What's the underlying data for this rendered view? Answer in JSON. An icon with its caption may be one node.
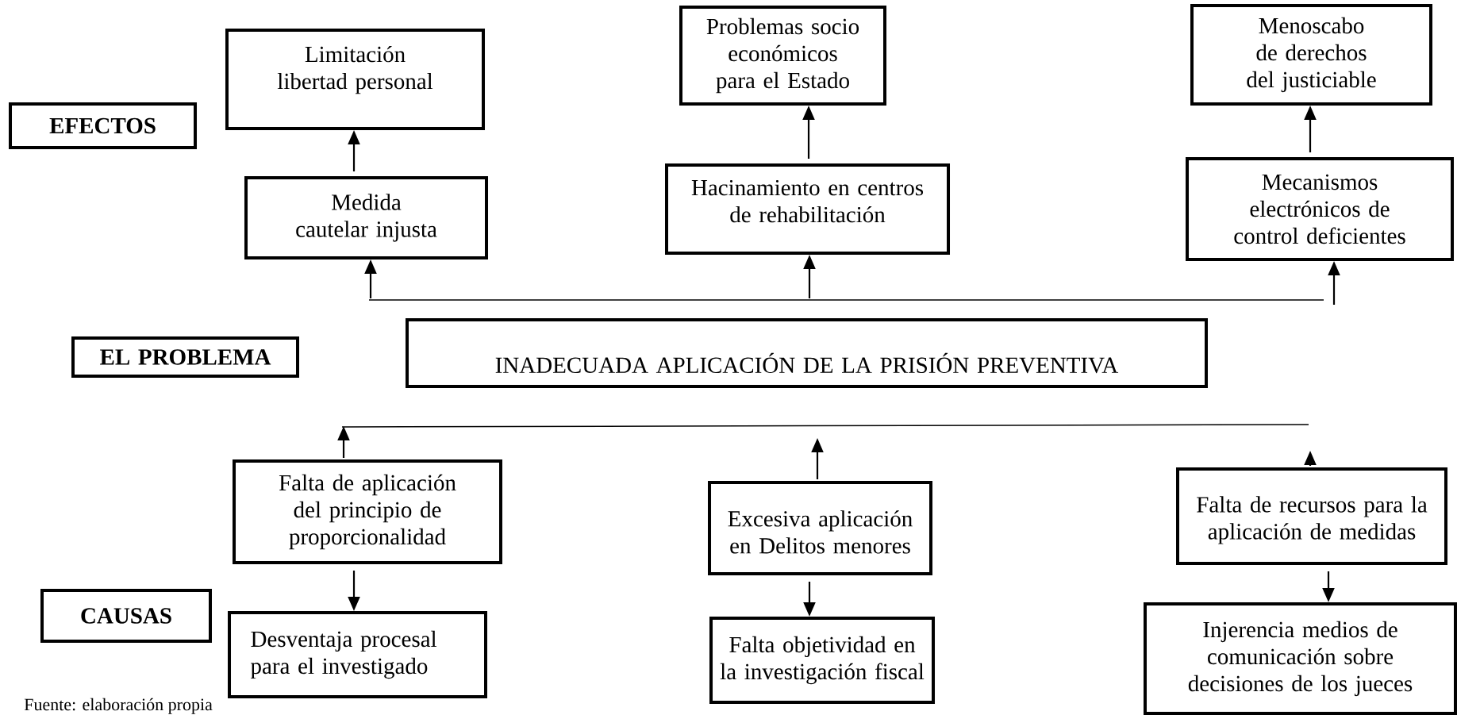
{
  "diagram": {
    "nodes": [
      {
        "text": [
          "Limitación libertad personal"
        ]
      },
      {
        "text": [
          "Problemas socio económicos para el Estado"
        ]
      },
      {
        "text": [
          "Menoscabo de derechos del justiciable"
        ]
      },
      {
        "text": [
          "EFECTOS"
        ]
      },
      {
        "text": [
          "Medida cautelar injusta"
        ]
      },
      {
        "text": [
          "Hacinamiento en centros de rehabilitación"
        ]
      },
      {
        "text": [
          "Mecanismos electrónicos de control deficientes"
        ]
      },
      {
        "text": [
          "EL PROBLEMA"
        ]
      },
      {
        "text": [
          "INADECUADA APLICACIÓN DE LA PRISIÓN PREVENTIVA"
        ]
      },
      {
        "text": [
          "Falta de aplicación del principio de proporcionalidad"
        ]
      },
      {
        "text": [
          "Excesiva aplicación en Delitos menores"
        ]
      },
      {
        "text": [
          "Falta de recursos para la aplicación de medidas"
        ]
      },
      {
        "text": [
          "CAUSAS"
        ]
      },
      {
        "text": [
          "Desventaja procesal para el investigado"
        ]
      },
      {
        "text": [
          "Falta objetividad en la investigación fiscal"
        ]
      },
      {
        "text": [
          "Injerencia medios de comunicación sobre decisiones de los jueces"
        ]
      }
    ],
    "edges": [
      {
        "from": 4,
        "to": 0,
        "arrow": "to"
      },
      {
        "from": 5,
        "to": 1,
        "arrow": "to"
      },
      {
        "from": 6,
        "to": 2,
        "arrow": "to"
      },
      {
        "from": null,
        "to": 4,
        "arrow": "to"
      },
      {
        "from": null,
        "to": 5,
        "arrow": "to"
      },
      {
        "from": null,
        "to": 6,
        "arrow": "to"
      },
      {
        "from": 9,
        "to": null,
        "arrow": "to"
      },
      {
        "from": 10,
        "to": null,
        "arrow": "to"
      },
      {
        "from": 11,
        "to": null,
        "arrow": "to"
      },
      {
        "from": 9,
        "to": 13,
        "arrow": "to"
      },
      {
        "from": 10,
        "to": 14,
        "arrow": "to"
      },
      {
        "from": 11,
        "to": 15,
        "arrow": "to"
      }
    ],
    "labels": [
      "Fuente: elaboración propia"
    ]
  }
}
